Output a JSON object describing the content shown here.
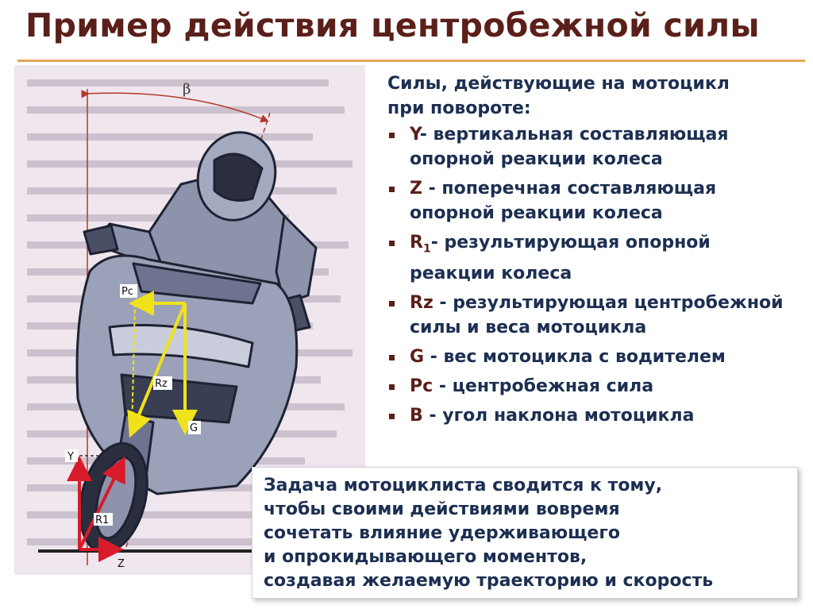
{
  "slide": {
    "title": "Пример действия центробежной силы"
  },
  "figure": {
    "labels": {
      "beta": "β",
      "pc": "Pc",
      "rz": "Rz",
      "g": "G",
      "y": "Y",
      "r1": "R1",
      "z": "Z"
    }
  },
  "forces": {
    "heading_line1": "Силы, действующие на мотоцикл",
    "heading_line2": "при повороте:",
    "items": [
      {
        "symbol": "Y",
        "text": "- вертикальная составляющая опорной реакции колеса"
      },
      {
        "symbol": "Z",
        "text": " - поперечная составляющая опорной реакции колеса"
      },
      {
        "symbol": "R",
        "subscript": "1",
        "text": "- результирующая опорной реакции колеса"
      },
      {
        "symbol": "Rz",
        "text": " - результирующая центробежной силы и веса мотоцикла"
      },
      {
        "symbol": "G",
        "text": " - вес мотоцикла с водителем"
      },
      {
        "symbol": "Pc",
        "text": " - центробежная сила"
      },
      {
        "symbol": "B",
        "text": " - угол наклона мотоцикла"
      }
    ]
  },
  "task": {
    "lines": [
      "Задача мотоциклиста сводится к тому,",
      "чтобы своими действиями вовремя",
      "сочетать влияние удерживающего",
      "и опрокидывающего моментов,",
      "создавая желаемую траекторию и скорость"
    ]
  },
  "colors": {
    "title": "#5b1f1a",
    "text": "#1c2f52",
    "accent_rule": "#e6a45a",
    "force_vector": "#f0e21a",
    "reaction_vector": "#d81b2a"
  }
}
